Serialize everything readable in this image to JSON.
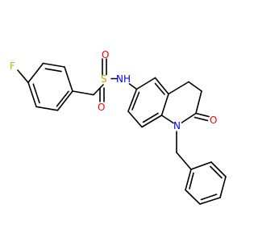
{
  "molecule": {
    "atoms": {
      "fluorine": "F",
      "sulfur": "S",
      "oxygen_sulfonyl_top": "O",
      "oxygen_sulfonyl_bottom": "O",
      "amide_nh": "NH",
      "ring_nitrogen": "N",
      "carbonyl_oxygen": "O"
    },
    "colors": {
      "bond": "#000000",
      "fluorine": "#8fce00",
      "sulfur": "#c8a000",
      "oxygen": "#ff0000",
      "nitrogen": "#0000ff"
    }
  }
}
